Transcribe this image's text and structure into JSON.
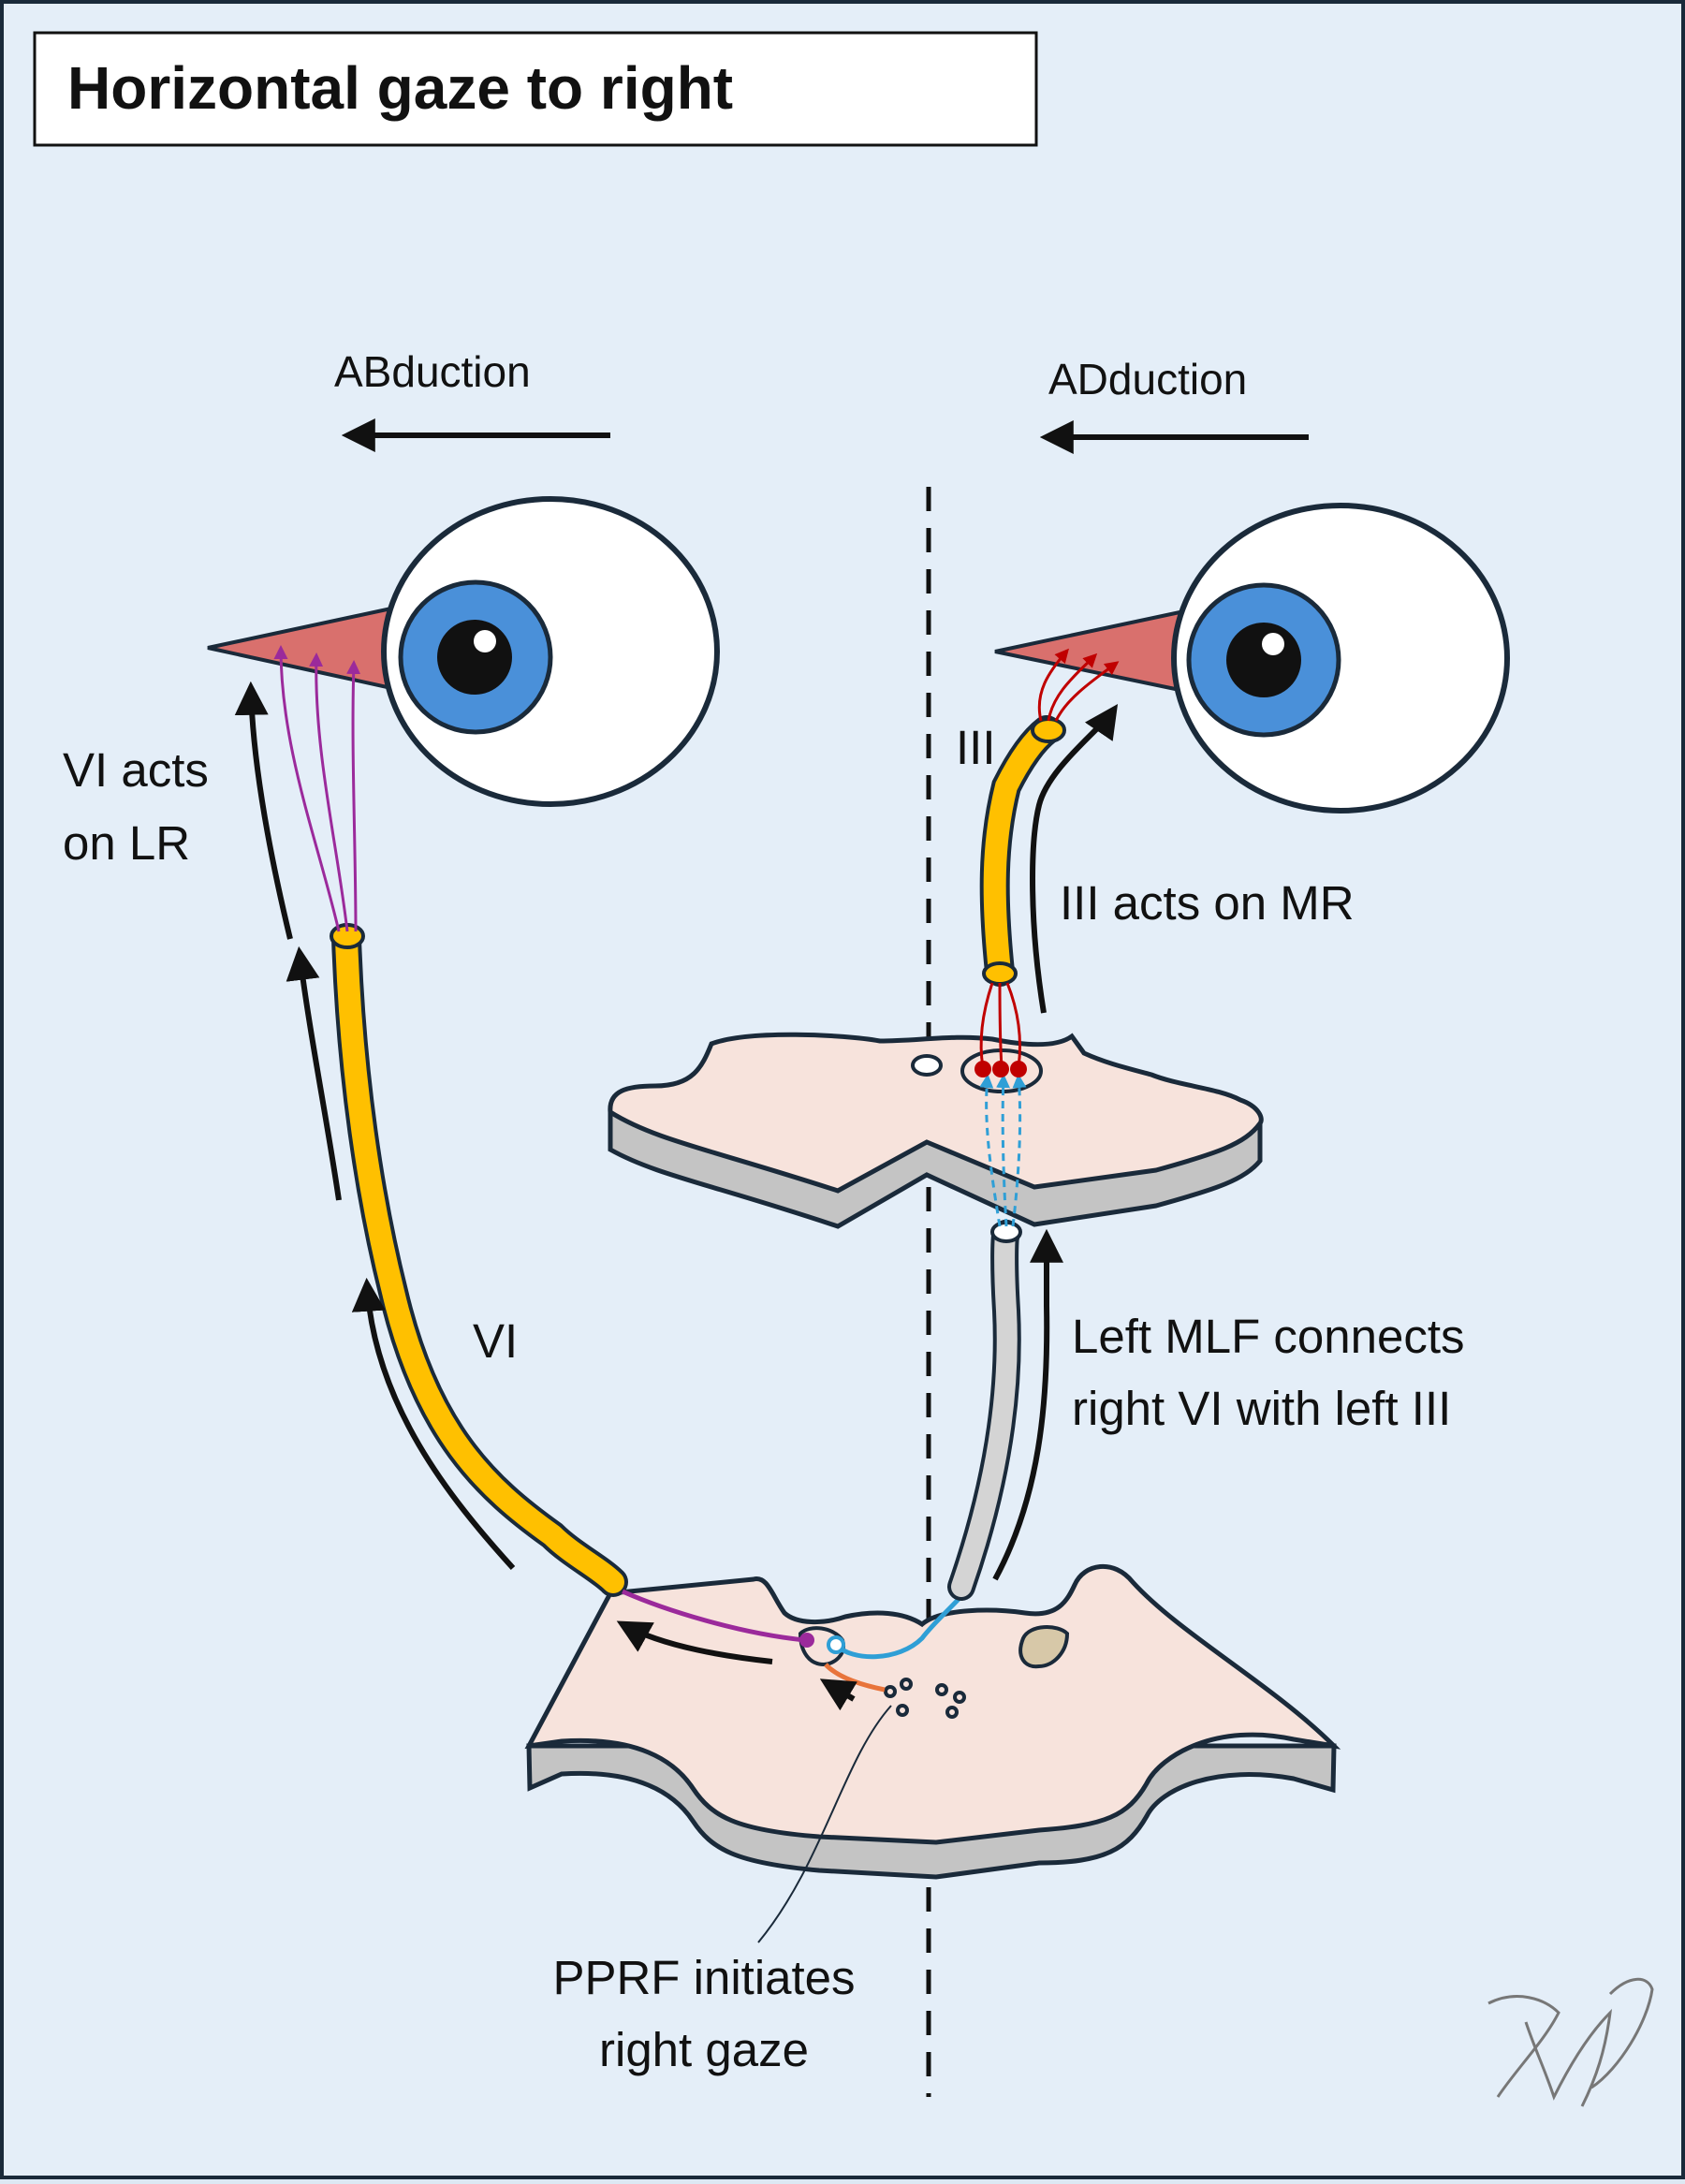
{
  "title": "Horizontal gaze to right",
  "labels": {
    "abduction": "ABduction",
    "adduction": "ADduction",
    "vi_acts_line1": "VI acts",
    "vi_acts_line2": "on LR",
    "iii_acts": "III acts on MR",
    "nerve_vi": "VI",
    "nerve_iii": "III",
    "mlf_line1": "Left MLF connects",
    "mlf_line2": "right VI with left III",
    "pprf_line1": "PPRF initiates",
    "pprf_line2": "right gaze"
  },
  "colors": {
    "background": "#e4eef8",
    "frame": "#1a2a3a",
    "nerve": "#ffc000",
    "muscle": "#d9706d",
    "iris": "#4a90d9",
    "brainstem": "#f7e3dc",
    "brainstem_shadow": "#c4c4c4",
    "abducens_fibers": "#9b2a9b",
    "oculomotor_fibers": "#c00000",
    "mlf_fibers": "#2f9fd6",
    "pprf_fiber": "#e8743b"
  },
  "signature": "MW"
}
